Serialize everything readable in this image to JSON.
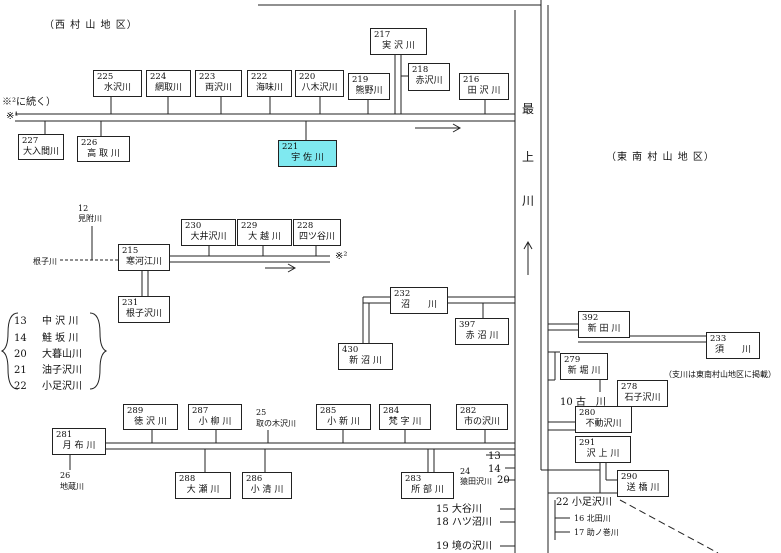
{
  "areas": {
    "west": "（西 村 山 地 区）",
    "southeast": "（東 南 村 山 地 区）"
  },
  "river_main": {
    "c1": "最",
    "c2": "上",
    "c3": "川"
  },
  "notes": {
    "cont": "※²に続く）",
    "m1": "※¹",
    "m2": "※²",
    "tributary": "（支川は東南村山地区に掲載）"
  },
  "boxes": {
    "b217": {
      "num": "217",
      "name": "実 沢 川"
    },
    "b218": {
      "num": "218",
      "name": "赤沢川"
    },
    "b225": {
      "num": "225",
      "name": "水沢川"
    },
    "b224": {
      "num": "224",
      "name": "網取川"
    },
    "b223": {
      "num": "223",
      "name": "両沢川"
    },
    "b222": {
      "num": "222",
      "name": "海味川"
    },
    "b220": {
      "num": "220",
      "name": "八木沢川"
    },
    "b219": {
      "num": "219",
      "name": "熊野川"
    },
    "b216": {
      "num": "216",
      "name": "田 沢 川"
    },
    "b227": {
      "num": "227",
      "name": "大入間川"
    },
    "b226": {
      "num": "226",
      "name": "高 取 川"
    },
    "b221": {
      "num": "221",
      "name": "宇 佐 川"
    },
    "b230": {
      "num": "230",
      "name": "大井沢川"
    },
    "b229": {
      "num": "229",
      "name": "大 越 川"
    },
    "b228": {
      "num": "228",
      "name": "四ツ谷川"
    },
    "b215": {
      "num": "215",
      "name": "寒河江川"
    },
    "b231": {
      "num": "231",
      "name": "根子沢川"
    },
    "b232": {
      "num": "232",
      "name": "沼　　川"
    },
    "b397": {
      "num": "397",
      "name": "赤 沼 川"
    },
    "b430": {
      "num": "430",
      "name": "新 沼 川"
    },
    "b392": {
      "num": "392",
      "name": "新 田 川"
    },
    "b233": {
      "num": "233",
      "name": "須　　川"
    },
    "b279": {
      "num": "279",
      "name": "新 堀 川"
    },
    "b278": {
      "num": "278",
      "name": "石子沢川"
    },
    "b280": {
      "num": "280",
      "name": "不動沢川"
    },
    "b291": {
      "num": "291",
      "name": "沢 上 川"
    },
    "b290": {
      "num": "290",
      "name": "送 橋 川"
    },
    "b289": {
      "num": "289",
      "name": "徳 沢 川"
    },
    "b287": {
      "num": "287",
      "name": "小 柳 川"
    },
    "b285": {
      "num": "285",
      "name": "小 新 川"
    },
    "b284": {
      "num": "284",
      "name": "梵 字 川"
    },
    "b282": {
      "num": "282",
      "name": "市の沢川"
    },
    "b281": {
      "num": "281",
      "name": "月 布 川"
    },
    "b288": {
      "num": "288",
      "name": "大 瀬 川"
    },
    "b286": {
      "num": "286",
      "name": "小 清 川"
    },
    "b283": {
      "num": "283",
      "name": "所 部 川"
    }
  },
  "labels": {
    "l12": "12",
    "l12n": "見附川",
    "neko": "根子川",
    "l25": "25",
    "l25n": "取の木沢川",
    "l26": "26",
    "l26n": "地蔵川",
    "l10": "10 古　川",
    "l22": "22 小足沢川",
    "l16": "16 北田川",
    "l17": "17 助ノ巻川",
    "l13": "13",
    "l14": "14",
    "l24": "24",
    "l24n": "猿田沢川",
    "l20": "20",
    "l15": "15 大谷川",
    "l18": "18 ハツ沼川",
    "l19": "19 境の沢川"
  },
  "legend": [
    {
      "num": "13",
      "name": "中 沢 川"
    },
    {
      "num": "14",
      "name": "鮭 坂 川"
    },
    {
      "num": "20",
      "name": "大暮山川"
    },
    {
      "num": "21",
      "name": "油子沢川"
    },
    {
      "num": "22",
      "name": "小足沢川"
    }
  ],
  "colors": {
    "highlight": "#7fe9f0",
    "line": "#222222"
  }
}
